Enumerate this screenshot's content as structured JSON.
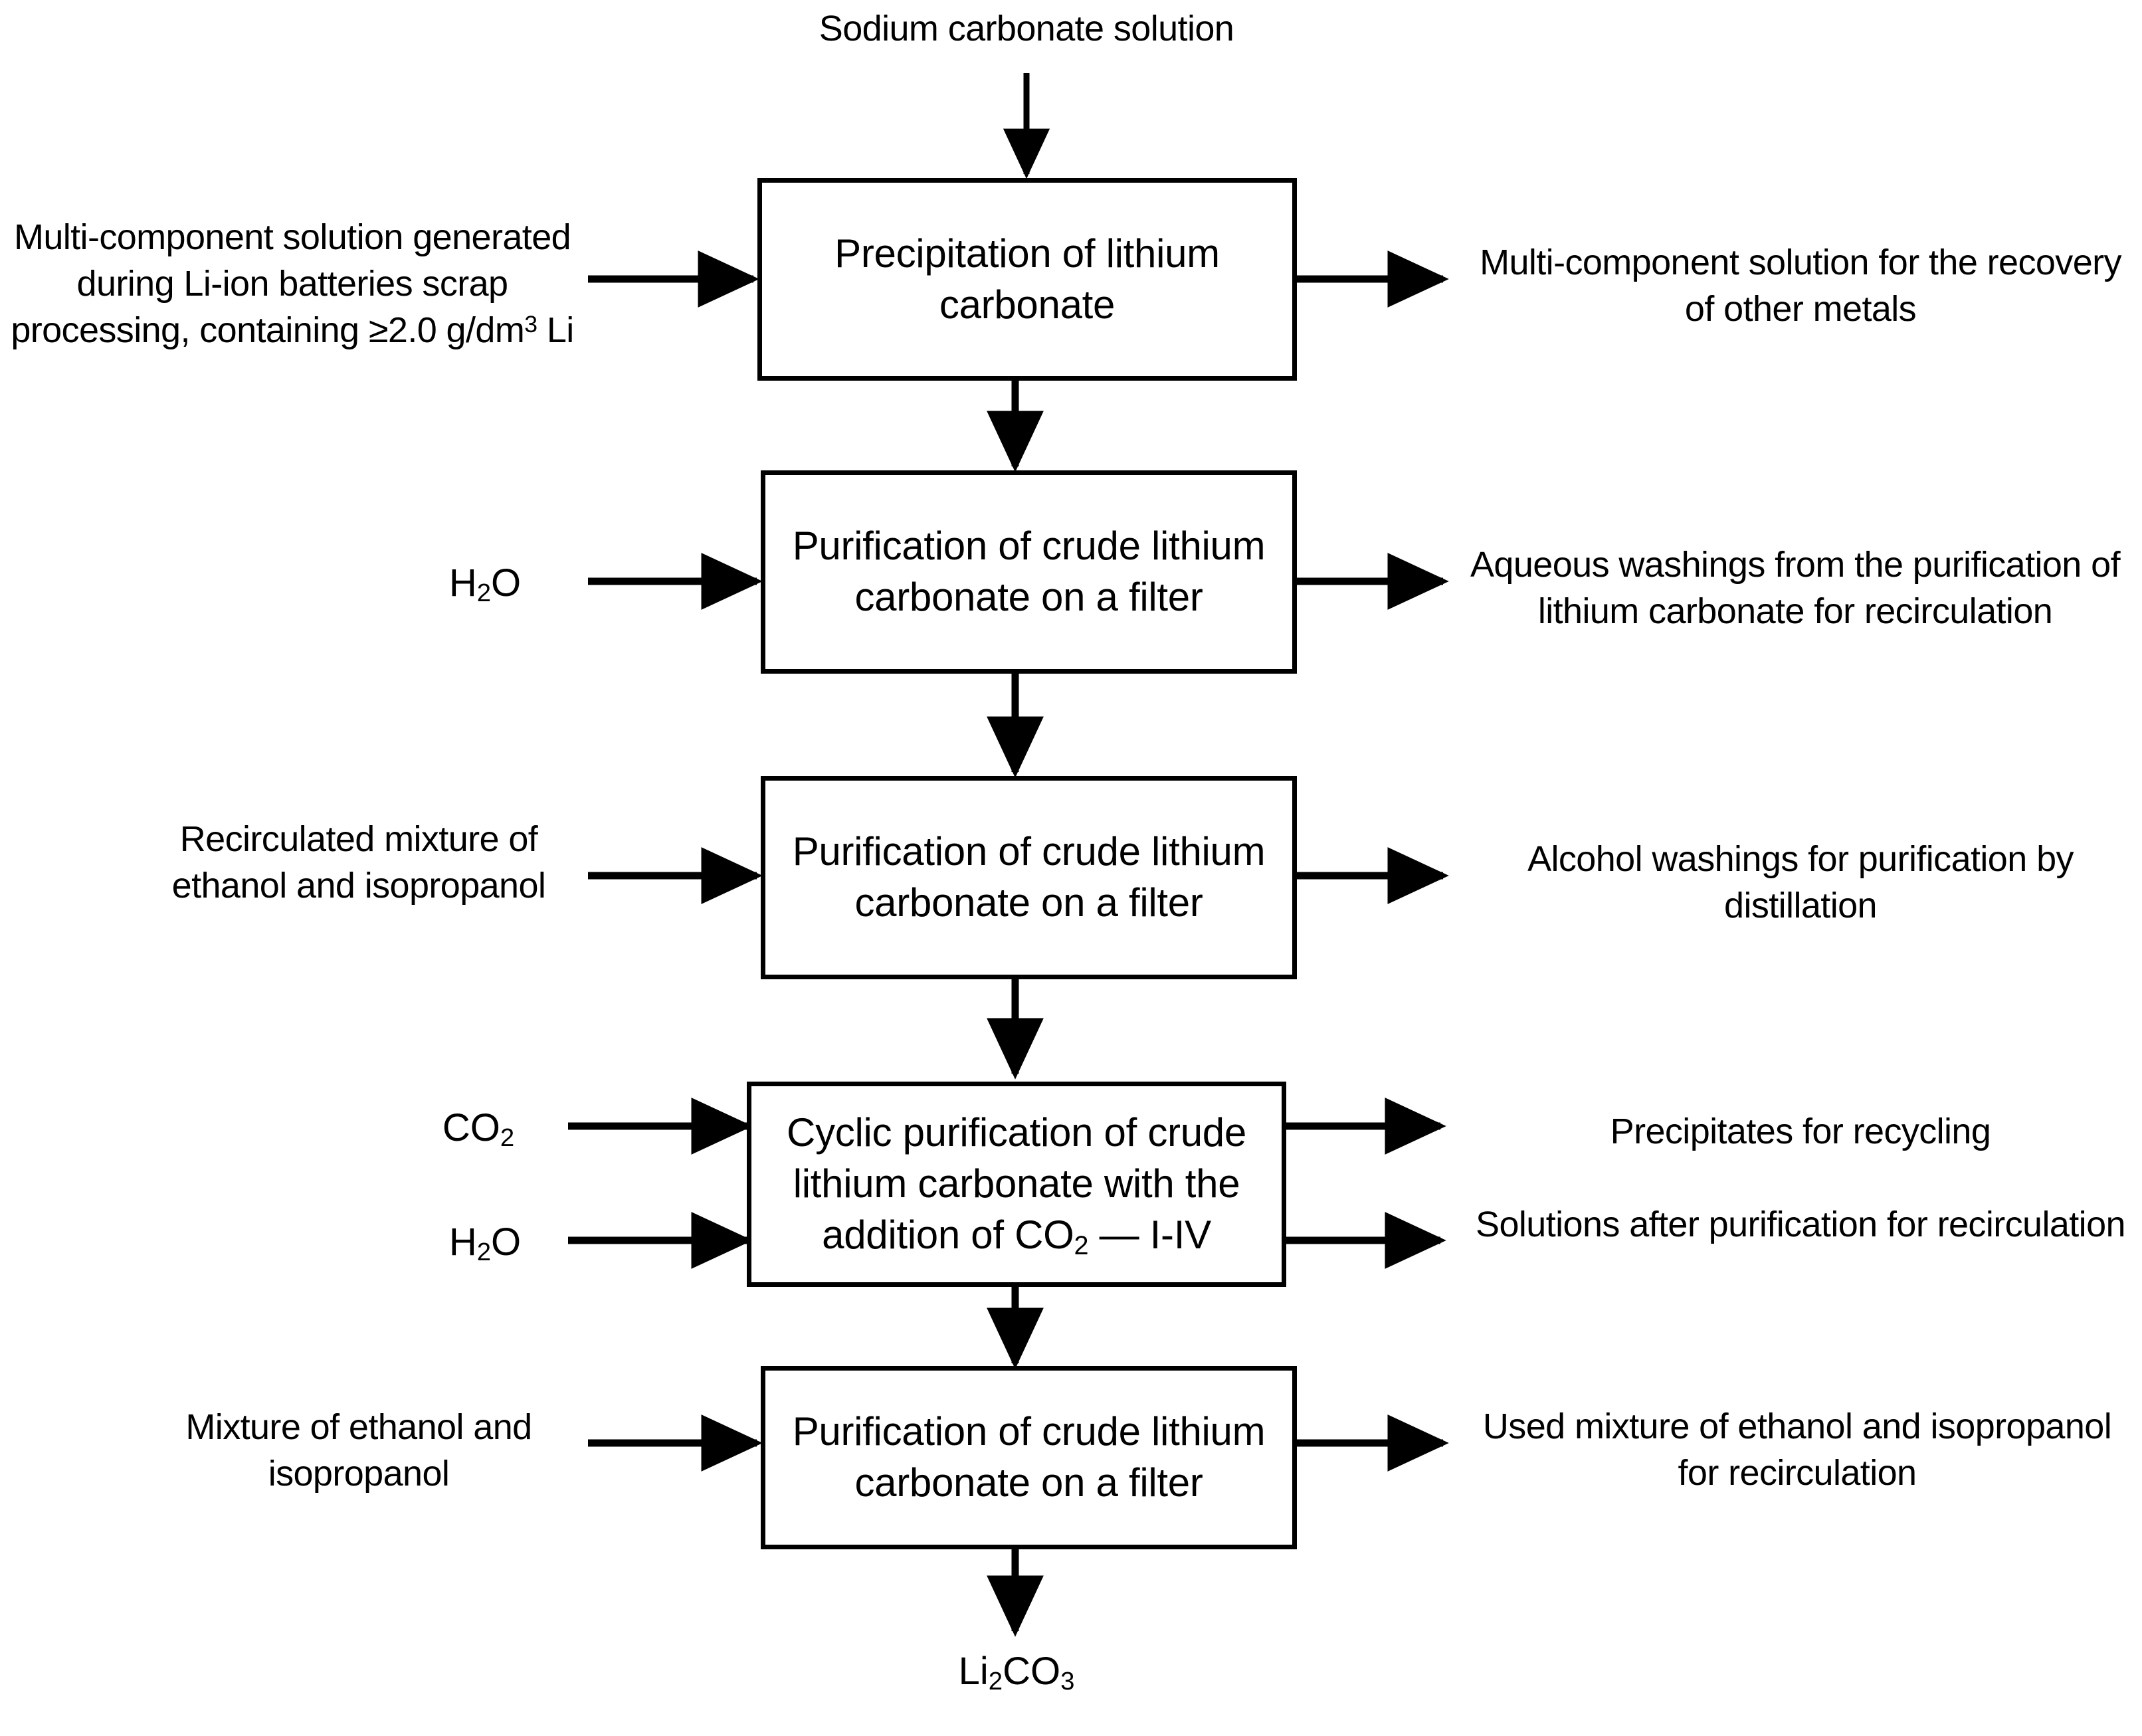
{
  "diagram": {
    "title": "Lithium carbonate recovery process flow diagram",
    "type": "process-flowchart",
    "colors": {
      "stroke": "#000000",
      "text": "#000000",
      "background": "#ffffff"
    },
    "top_input": "Sodium carbonate solution",
    "bottom_output": "Li2CO3",
    "bottom_output_parts": {
      "pre": "Li",
      "sub1": "2",
      "mid": "CO",
      "sub2": "3"
    },
    "nodes": [
      {
        "id": "node-1",
        "label": "Precipitation of lithium carbonate"
      },
      {
        "id": "node-2",
        "label": "Purification of crude lithium carbonate on a filter"
      },
      {
        "id": "node-3",
        "label": "Purification of crude lithium carbonate on a filter"
      },
      {
        "id": "node-4",
        "label": "Cyclic purification of crude lithium carbonate with the addition of CO2 — I-IV",
        "label_parts": {
          "line1": "Cyclic purification of crude",
          "line2": "lithium carbonate with the",
          "line3_pre": "addition of CO",
          "line3_sub": "2",
          "line3_post": " — I-IV"
        }
      },
      {
        "id": "node-5",
        "label": "Purification of crude lithium carbonate on a filter"
      }
    ],
    "left_inputs": [
      {
        "id": "input-1",
        "text": "Multi-component solution generated during Li-ion batteries scrap processing, containing ≥2.0 g/dm3 Li",
        "lines": [
          "Multi-component solution generated",
          "during Li-ion batteries scrap",
          "processing, containing ≥2.0 g/dm3 Li"
        ],
        "parts": {
          "pre": "processing, containing ≥2.0 g/dm",
          "sup": "3",
          "post": " Li"
        }
      },
      {
        "id": "input-2",
        "text": "H2O",
        "parts": {
          "pre": "H",
          "sub": "2",
          "post": "O"
        }
      },
      {
        "id": "input-3",
        "text": "Recirculated mixture of ethanol and isopropanol"
      },
      {
        "id": "input-4",
        "text": "CO2",
        "parts": {
          "pre": "CO",
          "sub": "2",
          "post": ""
        }
      },
      {
        "id": "input-5",
        "text": "H2O",
        "parts": {
          "pre": "H",
          "sub": "2",
          "post": "O"
        }
      },
      {
        "id": "input-6",
        "text": "Mixture of ethanol and isopropanol"
      }
    ],
    "right_outputs": [
      {
        "id": "output-1",
        "text": "Multi-component solution for the recovery of other metals"
      },
      {
        "id": "output-2",
        "text": "Aqueous washings from the purification of lithium carbonate for recirculation"
      },
      {
        "id": "output-3",
        "text": "Alcohol washings for purification by distillation"
      },
      {
        "id": "output-4",
        "text": "Precipitates for recycling"
      },
      {
        "id": "output-5",
        "text": "Solutions after purification for recirculation"
      },
      {
        "id": "output-6",
        "text": "Used mixture of ethanol and isopropanol for recirculation"
      }
    ]
  }
}
